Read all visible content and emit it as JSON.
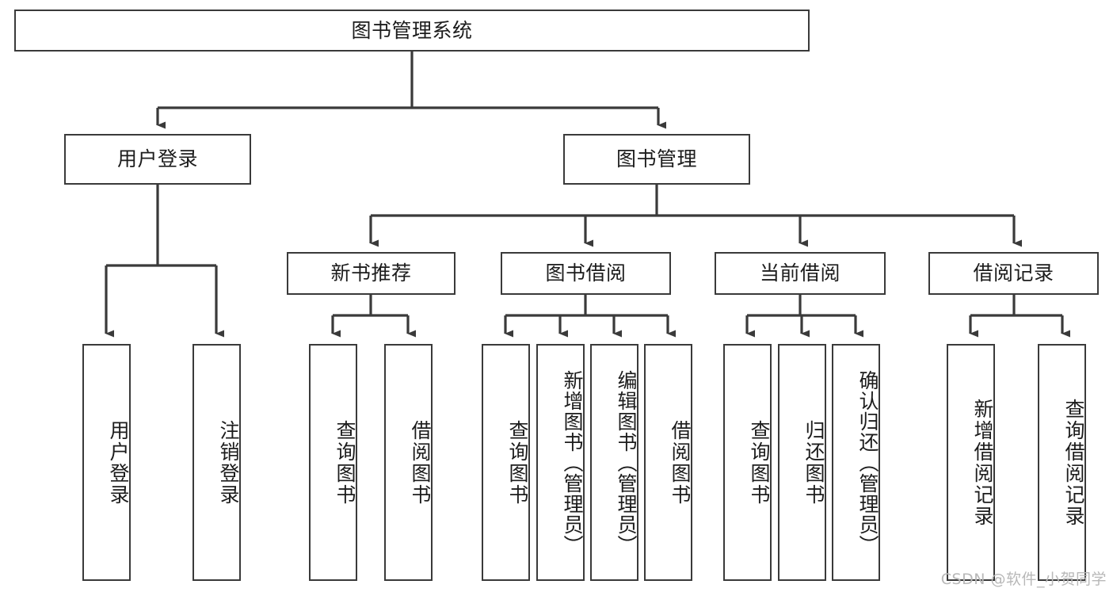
{
  "diagram": {
    "title": "图书管理系统",
    "watermark": "CSDN @软件_小贺同学",
    "colors": {
      "stroke": "#3a3a3a",
      "fill": "#ffffff",
      "text": "#1c1c1c",
      "watermark": "#b8b8b8"
    },
    "nodes": {
      "root": "图书管理系统",
      "level2": [
        "用户登录",
        "图书管理"
      ],
      "level3": [
        "新书推荐",
        "图书借阅",
        "当前借阅",
        "借阅记录"
      ],
      "leaves": {
        "user_login": [
          "用户登录",
          "注销登录"
        ],
        "new_book": [
          "查询图书",
          "借阅图书"
        ],
        "book_borrow": [
          "查询图书",
          "新增图书（管理员）",
          "编辑图书（管理员）",
          "借阅图书"
        ],
        "current_borrow": [
          "查询图书",
          "归还图书",
          "确认归还（管理员）"
        ],
        "borrow_record": [
          "新增借阅记录",
          "查询借阅记录"
        ]
      }
    }
  }
}
